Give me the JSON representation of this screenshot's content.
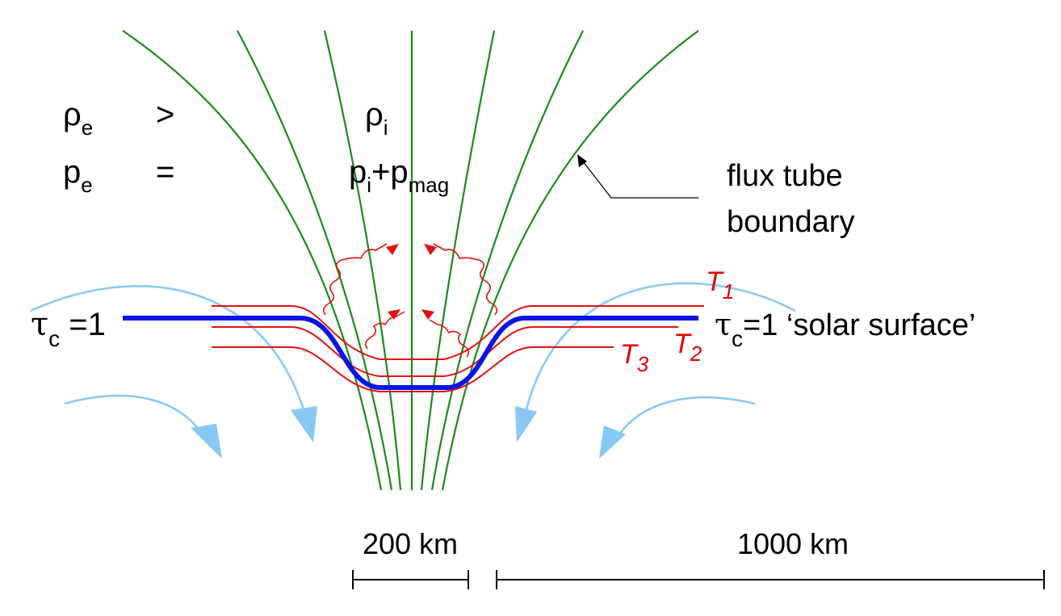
{
  "equations": {
    "row1": {
      "lhs": "ρ",
      "lhs_sub": "e",
      "op": ">",
      "rhs": "ρ",
      "rhs_sub": "i"
    },
    "row2": {
      "lhs": "p",
      "lhs_sub": "e",
      "op": "=",
      "rhs_a": "p",
      "rhs_a_sub": "i",
      "rhs_plus": "+p",
      "rhs_b_sub": "mag"
    }
  },
  "labels": {
    "flux_tube_line1": "flux tube",
    "flux_tube_line2": "boundary",
    "tau_left_symbol": "τ",
    "tau_left_sub": "c",
    "tau_left_value": " =1",
    "tau_right_symbol": "τ",
    "tau_right_sub": "c",
    "tau_right_value": "=1 ‘solar surface’",
    "t1": "T",
    "t1_sub": "1",
    "t2": "T",
    "t2_sub": "2",
    "t3": "T",
    "t3_sub": "3"
  },
  "scale_bars": {
    "short_label": "200 km",
    "long_label": "1000 km"
  },
  "colors": {
    "field_lines": "#1a8a1a",
    "isotherms": "#e01010",
    "optical_depth_surface": "#0a14e6",
    "convective_flows": "#87c8f5"
  }
}
